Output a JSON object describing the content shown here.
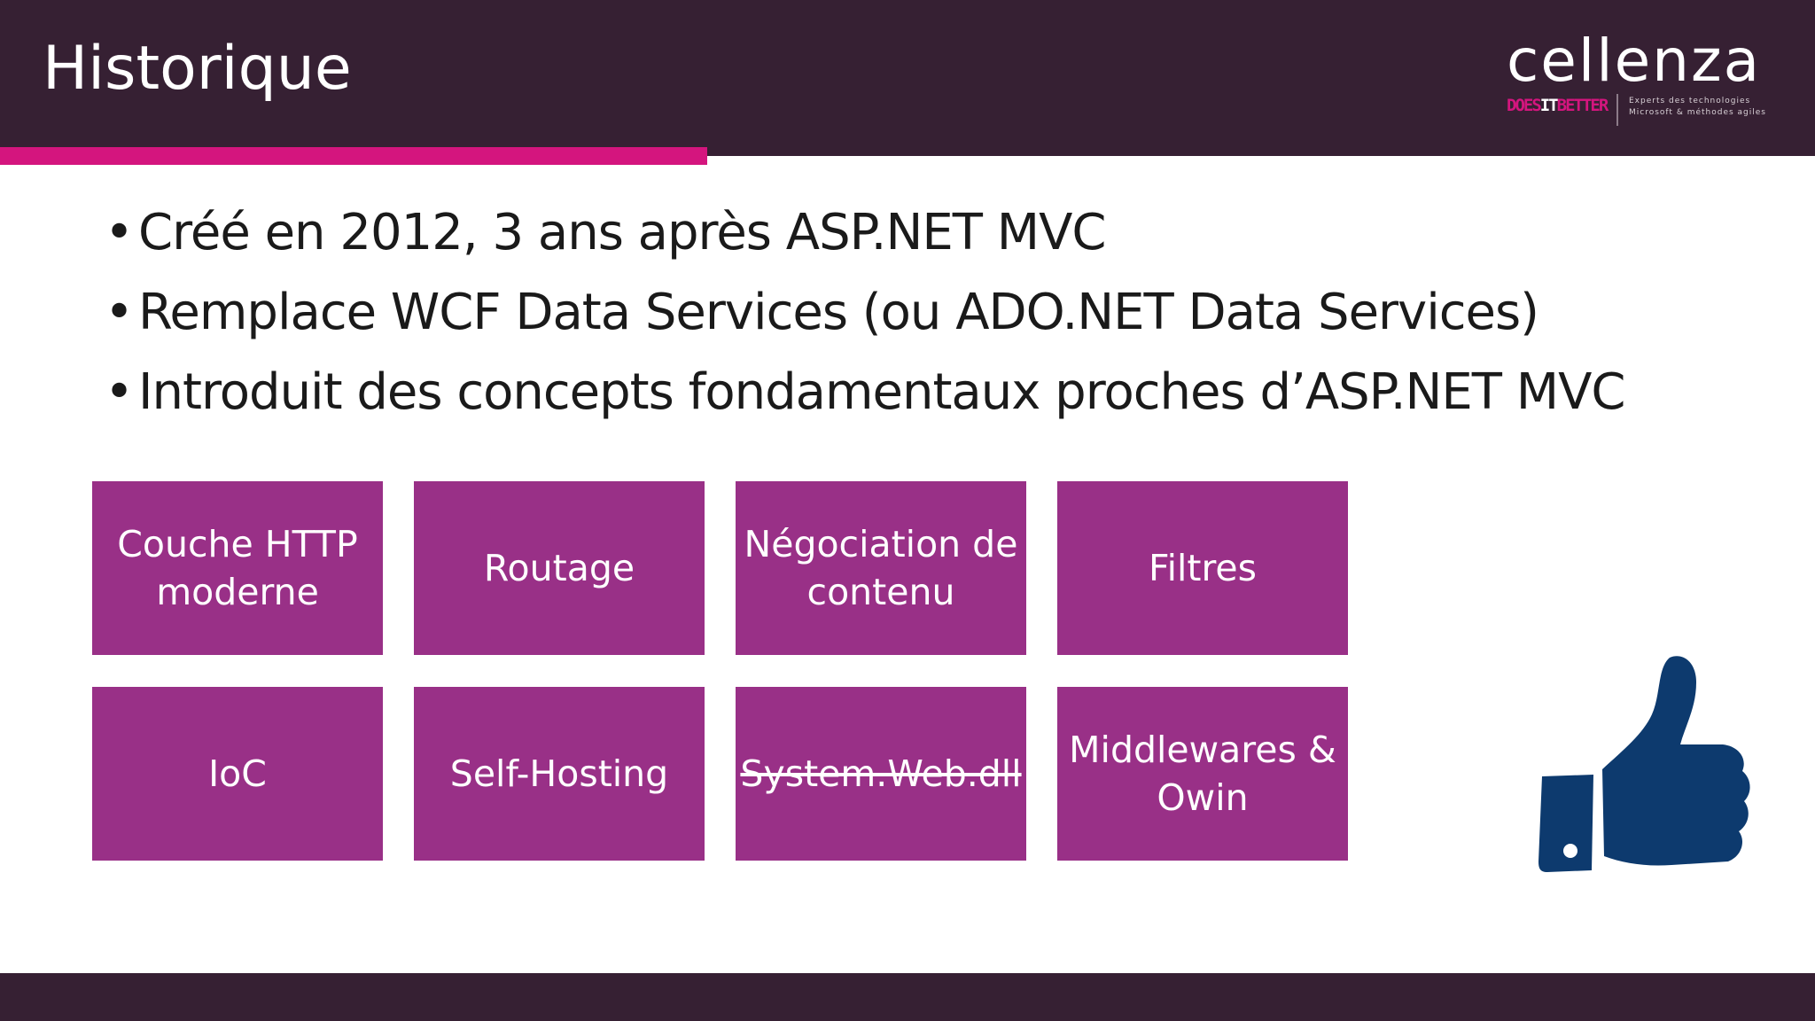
{
  "slide": {
    "title": "Historique",
    "logo": {
      "name": "cellenza",
      "tag_part1": "DOES",
      "tag_part2": "IT",
      "tag_part3": "BETTER",
      "small_line1": "Experts des technologies",
      "small_line2": "Microsoft & méthodes agiles"
    },
    "bullets": [
      "Créé en 2012, 3 ans après ASP.NET MVC",
      "Remplace WCF Data Services (ou ADO.NET Data Services)",
      "Introduit des concepts fondamentaux proches d’ASP.NET MVC"
    ],
    "tiles": [
      {
        "line1": "Couche HTTP",
        "line2": "moderne"
      },
      {
        "line1": "Routage",
        "line2": ""
      },
      {
        "line1": "Négociation de",
        "line2": "contenu"
      },
      {
        "line1": "Filtres",
        "line2": ""
      },
      {
        "line1": "IoC",
        "line2": ""
      },
      {
        "line1": "Self-Hosting",
        "line2": ""
      },
      {
        "line1": "System.Web.dll",
        "line2": "",
        "struck": true
      },
      {
        "line1": "Middlewares &",
        "line2": "Owin"
      }
    ],
    "thumb_icon": "thumbs-up-icon",
    "colors": {
      "header": "#362033",
      "accent": "#d4157e",
      "tile": "#993087",
      "thumb": "#0d3a6e"
    }
  }
}
